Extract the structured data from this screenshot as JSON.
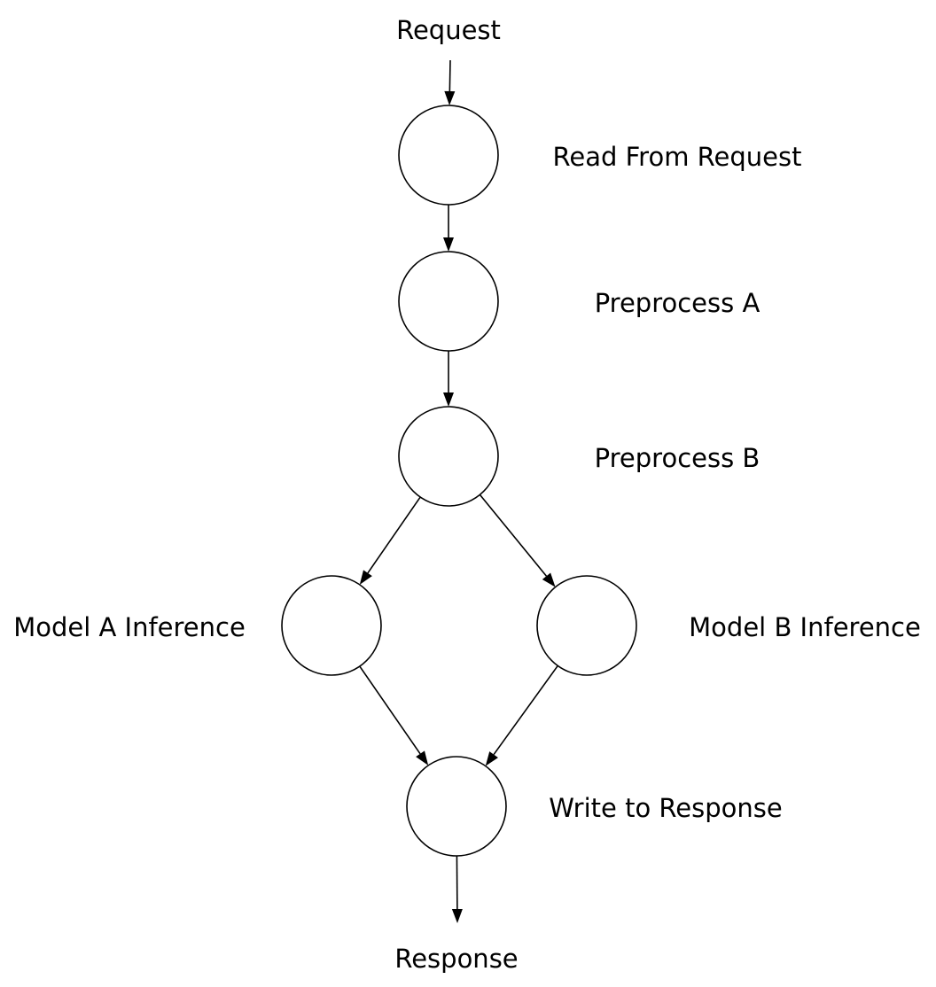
{
  "diagram": {
    "input_label": "Request",
    "output_label": "Response",
    "nodes": [
      {
        "id": "read",
        "label": "Read From Request"
      },
      {
        "id": "preA",
        "label": "Preprocess A"
      },
      {
        "id": "preB",
        "label": "Preprocess B"
      },
      {
        "id": "modelA",
        "label": "Model A Inference"
      },
      {
        "id": "modelB",
        "label": "Model B Inference"
      },
      {
        "id": "write",
        "label": "Write to Response"
      }
    ],
    "edges": [
      {
        "from": "input",
        "to": "read"
      },
      {
        "from": "read",
        "to": "preA"
      },
      {
        "from": "preA",
        "to": "preB"
      },
      {
        "from": "preB",
        "to": "modelA"
      },
      {
        "from": "preB",
        "to": "modelB"
      },
      {
        "from": "modelA",
        "to": "write"
      },
      {
        "from": "modelB",
        "to": "write"
      },
      {
        "from": "write",
        "to": "output"
      }
    ]
  }
}
